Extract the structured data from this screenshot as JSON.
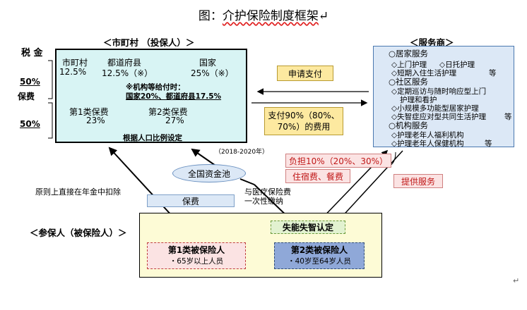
{
  "title": {
    "prefix": "图：",
    "main": "介护保险制度框架",
    "mark": "↵"
  },
  "left_labels": {
    "tax": "税  金",
    "pct_top": "50%",
    "premium": "保费",
    "pct_bottom": "50%"
  },
  "insurer": {
    "header": "＜市町村  （投保人）＞",
    "municipality": {
      "name": "市町村",
      "pct": "12.5%"
    },
    "prefecture": {
      "name": "都道府县",
      "pct": "12.5%（※）"
    },
    "nation": {
      "name": "国家",
      "pct": "25%（※）"
    },
    "note1": "※机构等给付时：",
    "note2": "国家20%、都道府县17.5%",
    "cat1": {
      "name": "第1类保费",
      "pct": "23%"
    },
    "cat2": {
      "name": "第2类保费",
      "pct": "27%"
    },
    "population_note": "根据人口比例设定",
    "period": "（2018-2020年）"
  },
  "service": {
    "header": "＜服务商＞",
    "home": {
      "title": "○居家服务",
      "items": [
        "◇上门护理",
        "◇日托护理",
        "◇短期入住生活护理",
        "等"
      ]
    },
    "community": {
      "title": "○社区服务",
      "items": [
        "◇定期巡访与随时响应型上门",
        "护理和看护",
        "◇小规模多功能型居家护理",
        "◇失智症应对型共同生活护理",
        "等"
      ]
    },
    "facility": {
      "title": "○机构服务",
      "items": [
        "◇护理老年人福利机构",
        "◇护理老年人保健机构",
        "等"
      ]
    }
  },
  "flows": {
    "apply_pay": "申请支付",
    "pay_90_line1": "支付90%（80%、",
    "pay_90_line2": "70%）的费用",
    "burden": "负担10%（20%、30%）",
    "lodging": "住宿费、餐费",
    "provide_service": "提供服务",
    "fund_pool": "全国资金池",
    "premium": "保费",
    "deduct_note": "原则上直接在年金中扣除",
    "collect_note1": "与医疗保险费",
    "collect_note2": "一次性缴纳"
  },
  "insured": {
    "header": "＜参保人（被保险人）＞",
    "cert": "失能失智认定",
    "type1": {
      "name": "第1类被保险人",
      "desc": "・65岁以上人员"
    },
    "type2": {
      "name": "第2类被保险人",
      "desc": "・40岁至64岁人员"
    }
  },
  "corner_mark": "↵"
}
